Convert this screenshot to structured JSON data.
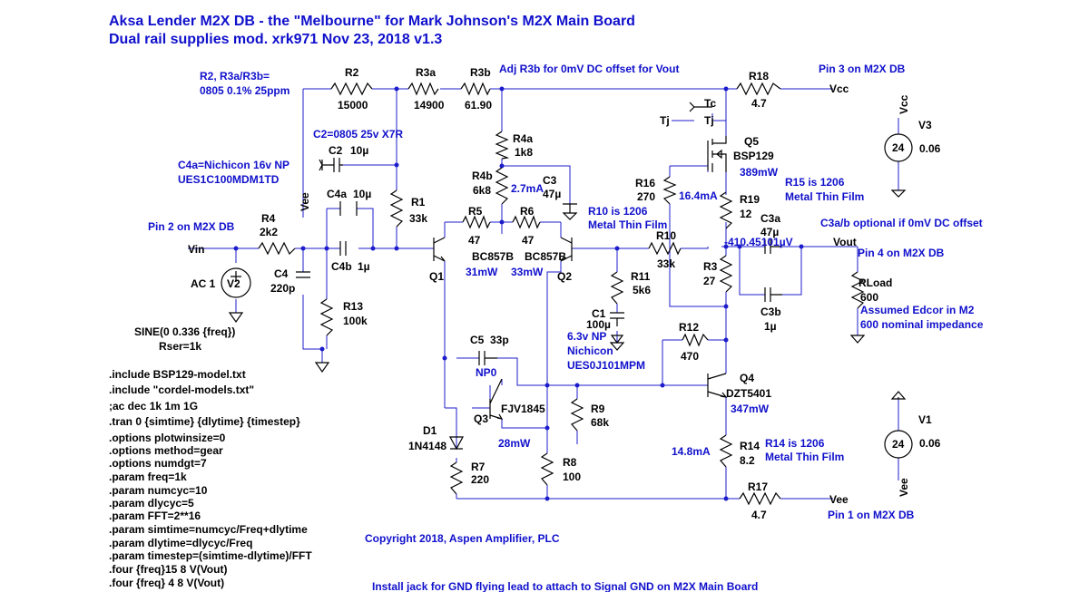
{
  "title": {
    "line1": "Aksa Lender M2X DB - the \"Melbourne\" for Mark Johnson's M2X Main Board",
    "line2": "Dual rail supplies mod.    xrk971    Nov 23, 2018  v1.3"
  },
  "notes": {
    "r2_note1": "R2, R3a/R3b=",
    "r2_note2": "0805 0.1% 25ppm",
    "adj_r3b": "Adj R3b for 0mV DC offset for Vout",
    "pin3": "Pin 3 on M2X DB",
    "c2_note": "C2=0805 25v X7R",
    "c4a_note1": "C4a=Nichicon 16v NP",
    "c4a_note2": "UES1C100MDM1TD",
    "pin2": "Pin 2 on M2X DB",
    "r10_note1": "R10 is 1206",
    "r10_note2": "Metal Thin Film",
    "r15_note1": "R15 is 1206",
    "r15_note2": "Metal Thin Film",
    "c3ab_note": "C3a/b optional if 0mV DC offset",
    "pin4": "Pin 4 on M2X DB",
    "edcor1": "Assumed Edcor in M2",
    "edcor2": "600 nominal impedance",
    "c1_note1": "6.3v NP",
    "c1_note2": "Nichicon",
    "c1_note3": "UES0J101MPM",
    "r14_note1": "R14 is 1206",
    "r14_note2": "Metal Thin Film",
    "pin1": "Pin 1 on M2X DB",
    "copyright": "Copyright 2018, Aspen Amplifier, PLC",
    "install": "Install jack for GND flying lead to attach to Signal GND on M2X Main Board"
  },
  "components": {
    "r2": {
      "name": "R2",
      "value": "15000"
    },
    "r3a": {
      "name": "R3a",
      "value": "14900"
    },
    "r3b": {
      "name": "R3b",
      "value": "61.90"
    },
    "r18": {
      "name": "R18",
      "value": "4.7"
    },
    "vcc_net": "Vcc",
    "v3": {
      "name": "V3",
      "value": "0.06",
      "label": "Vcc",
      "volt": "24"
    },
    "c2": {
      "name": "C2",
      "value": "10µ"
    },
    "r4a": {
      "name": "R4a",
      "value": "1k8"
    },
    "tc": "Tc",
    "tj1": "Tj",
    "tj2": "Tj",
    "q5": {
      "name": "Q5",
      "part": "BSP129",
      "power": "389mW"
    },
    "r4b": {
      "name": "R4b",
      "value": "6k8"
    },
    "i_27": "2.7mA",
    "c3": {
      "name": "C3",
      "value": "47µ"
    },
    "r16": {
      "name": "R16",
      "value": "270"
    },
    "i_164": "16.4mA",
    "r19": {
      "name": "R19",
      "value": "12"
    },
    "vee_label": "Vee",
    "c4a": {
      "name": "C4a",
      "value": "10µ"
    },
    "r1": {
      "name": "R1",
      "value": "33k"
    },
    "r5": {
      "name": "R5",
      "value": "47"
    },
    "r6": {
      "name": "R6",
      "value": "47"
    },
    "c3a": {
      "name": "C3a",
      "value": "47µ"
    },
    "r4": {
      "name": "R4",
      "value": "2k2"
    },
    "vin": "Vin",
    "r10": {
      "name": "R10",
      "value": "33k"
    },
    "vout_offset": "-410.45101µV",
    "vout": "Vout",
    "c4b": {
      "name": "C4b",
      "value": "1µ"
    },
    "q1": {
      "name": "Q1",
      "part": "BC857B",
      "power": "31mW"
    },
    "q2": {
      "name": "Q2",
      "part": "BC857B",
      "power": "33mW"
    },
    "r3": {
      "name": "R3",
      "value": "27"
    },
    "ac1": {
      "name": "AC 1",
      "src": "V2"
    },
    "c4": {
      "name": "C4",
      "value": "220p"
    },
    "r11": {
      "name": "R11",
      "value": "5k6"
    },
    "rload": {
      "name": "RLoad",
      "value": "600"
    },
    "r13": {
      "name": "R13",
      "value": "100k"
    },
    "c1": {
      "name": "C1",
      "value": "100µ"
    },
    "c3b": {
      "name": "C3b",
      "value": "1µ"
    },
    "r12": {
      "name": "R12",
      "value": "470"
    },
    "sine": "SINE(0  0.336 {freq})",
    "rser": "Rser=1k",
    "c5": {
      "name": "C5",
      "value": "33p",
      "note": "NP0"
    },
    "q4": {
      "name": "Q4",
      "part": "DZT5401",
      "power": "347mW"
    },
    "q3": {
      "name": "Q3",
      "part": "FJV1845",
      "power": "28mW"
    },
    "r9": {
      "name": "R9",
      "value": "68k"
    },
    "v1": {
      "name": "V1",
      "value": "0.06",
      "label": "Vee",
      "volt": "24"
    },
    "d1": {
      "name": "D1",
      "part": "1N4148"
    },
    "r14": {
      "name": "R14",
      "value": "8.2"
    },
    "i_148": "14.8mA",
    "r8": {
      "name": "R8",
      "value": "100"
    },
    "r7": {
      "name": "R7",
      "value": "220"
    },
    "r17": {
      "name": "R17",
      "value": "4.7"
    },
    "vee_net": "Vee"
  },
  "spice": [
    ".include BSP129-model.txt",
    ".include \"cordel-models.txt\"",
    ";ac dec 1k 1m 1G",
    ".tran 0 {simtime} {dlytime} {timestep}",
    ".options plotwinsize=0",
    ".options method=gear",
    ".options numdgt=7",
    ".param freq=1k",
    ".param numcyc=10",
    ".param dlycyc=5",
    ".param FFT=2**16",
    ".param simtime=numcyc/Freq+dlytime",
    ".param dlytime=dlycyc/Freq",
    ".param timestep=(simtime-dlytime)/FFT",
    ".four {freq}15 8 V(Vout)",
    ".four {freq} 4 8 V(Vout)"
  ],
  "colors": {
    "wire": "#1c1ccc",
    "note_text": "#1010cc",
    "component": "#000000"
  }
}
